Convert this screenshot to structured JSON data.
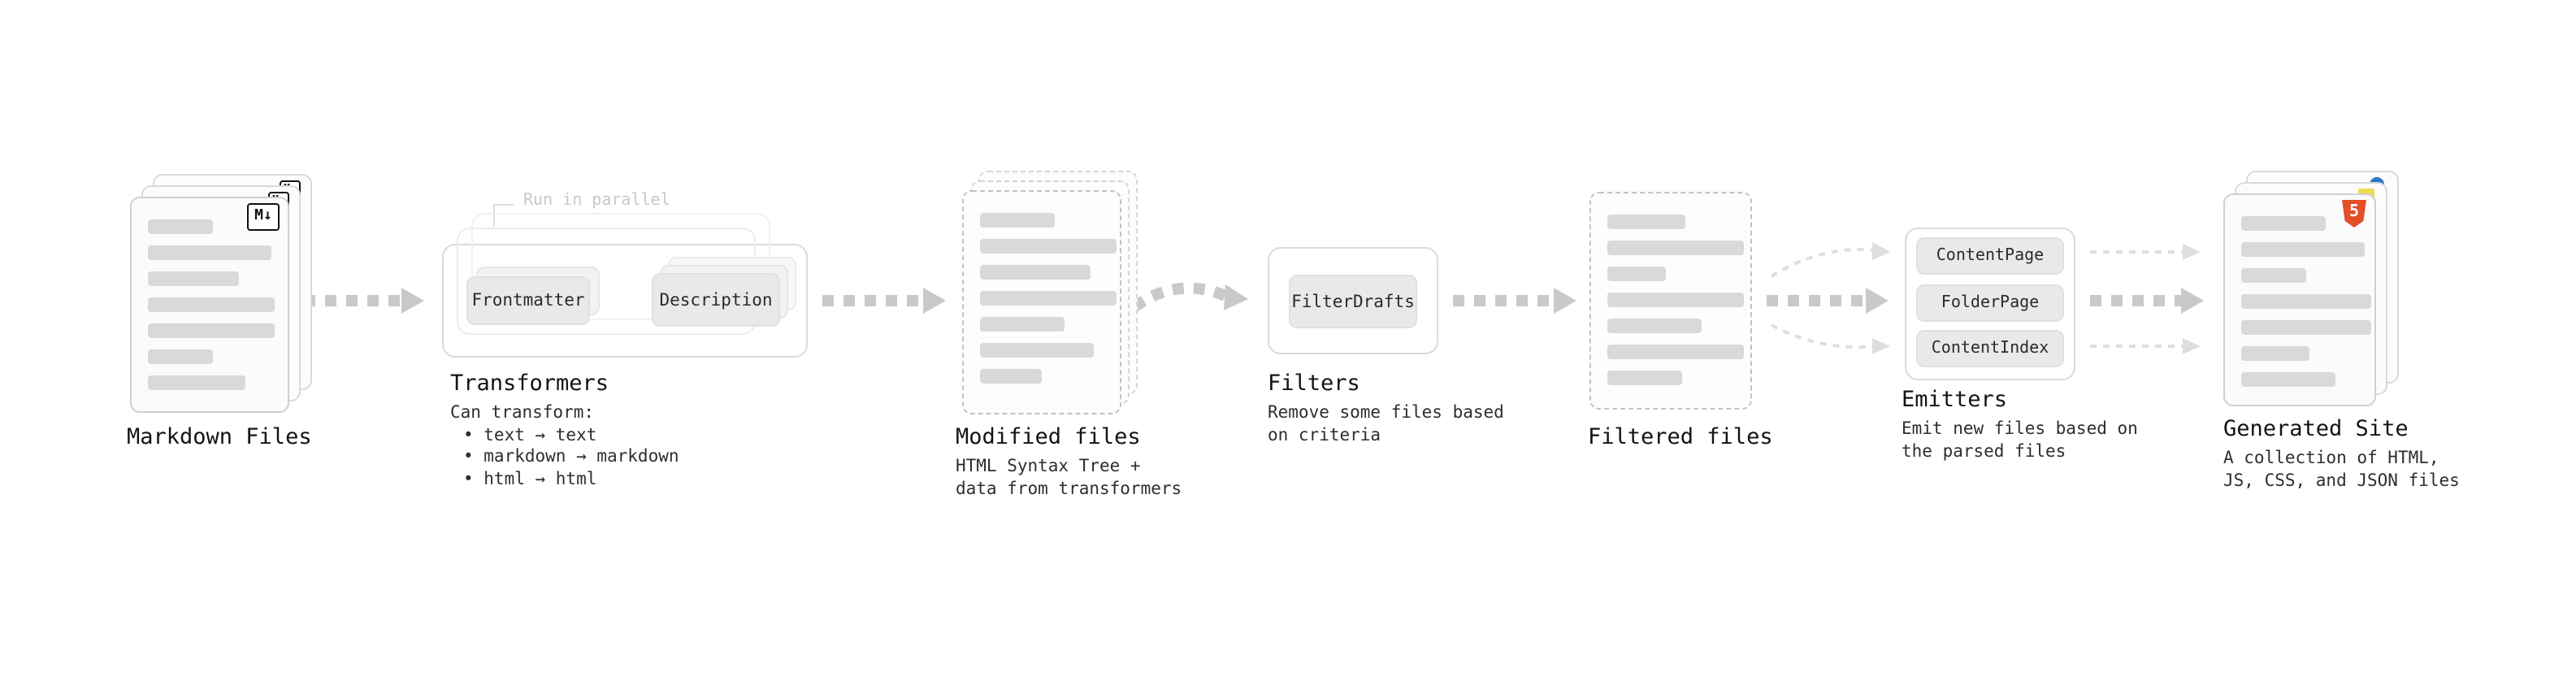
{
  "stages": {
    "markdown_files": {
      "label": "Markdown Files",
      "badge": "M↓"
    },
    "transformers": {
      "label": "Transformers",
      "annotation": "Run in parallel",
      "button1": "Frontmatter",
      "button2": "Description",
      "desc_title": "Can transform:",
      "bullets": [
        "• text → text",
        "• markdown → markdown",
        "• html → html"
      ]
    },
    "modified_files": {
      "label": "Modified files",
      "desc": [
        "HTML Syntax Tree +",
        "data from transformers"
      ]
    },
    "filters": {
      "label": "Filters",
      "button": "FilterDrafts",
      "desc": [
        "Remove some files based",
        "on criteria"
      ]
    },
    "filtered_files": {
      "label": "Filtered files"
    },
    "emitters": {
      "label": "Emitters",
      "buttons": [
        "ContentPage",
        "FolderPage",
        "ContentIndex"
      ],
      "desc": [
        "Emit new files based on",
        "the parsed files"
      ]
    },
    "generated_site": {
      "label": "Generated Site",
      "badge": "5",
      "desc": [
        "A collection of HTML,",
        "JS, CSS, and JSON files"
      ]
    }
  },
  "colors": {
    "arrow": "#c9c9c9",
    "arrow_light": "#dedede",
    "html5_orange": "#e34f26",
    "js_yellow": "#f0db4f",
    "css_blue": "#2d79c7"
  }
}
